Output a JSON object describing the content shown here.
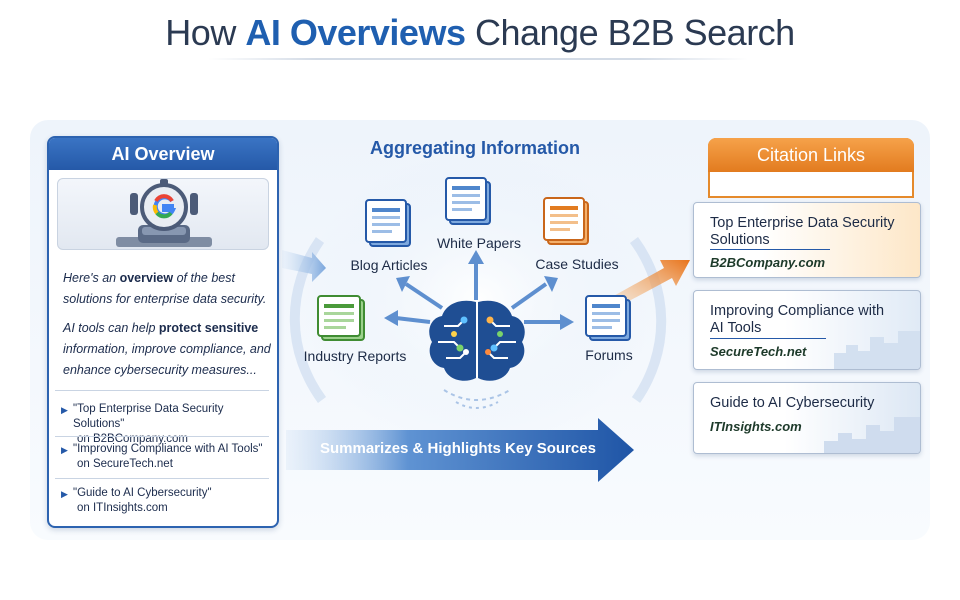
{
  "title": {
    "prefix": "How",
    "highlight": "AI Overviews",
    "suffix": "Change B2B Search"
  },
  "ai_overview": {
    "heading": "AI Overview",
    "paragraph1": {
      "part1": "Here's an ",
      "bold1": "overview",
      "part2": " of the best solutions for enterprise data security."
    },
    "paragraph2": {
      "part1": "AI tools can help ",
      "bold1": "protect sensitive",
      "part2": " information, improve compliance, and enhance cybersecurity measures..."
    },
    "sources": [
      {
        "title": "\"Top Enterprise Data Security Solutions\"",
        "domain": "on B2BCompany.com"
      },
      {
        "title": "\"Improving Compliance with AI Tools\"",
        "domain": "on SecureTech.net"
      },
      {
        "title": "\"Guide to AI Cybersecurity\"",
        "domain": "on ITInsights.com"
      }
    ]
  },
  "aggregation": {
    "heading": "Aggregating Information",
    "sources": [
      {
        "label": "White Papers"
      },
      {
        "label": "Blog Articles"
      },
      {
        "label": "Case Studies"
      },
      {
        "label": "Industry Reports"
      },
      {
        "label": "Forums"
      }
    ],
    "summary_arrow": "Summarizes & Highlights Key Sources"
  },
  "citations": {
    "heading": "Citation Links",
    "cards": [
      {
        "title_line1": "Top Enterprise Data Security",
        "title_line2": "Solutions",
        "site": "B2BCompany.com"
      },
      {
        "title_line1": "Improving Compliance with",
        "title_line2": "AI Tools",
        "site": "SecureTech.net"
      },
      {
        "title_line1": "Guide to AI Cybersecurity",
        "title_line2": "",
        "site": "ITInsights.com"
      }
    ]
  },
  "colors": {
    "brand_blue": "#2559a8",
    "accent_orange": "#e27b1f",
    "icon_green": "#4a9a3a"
  }
}
